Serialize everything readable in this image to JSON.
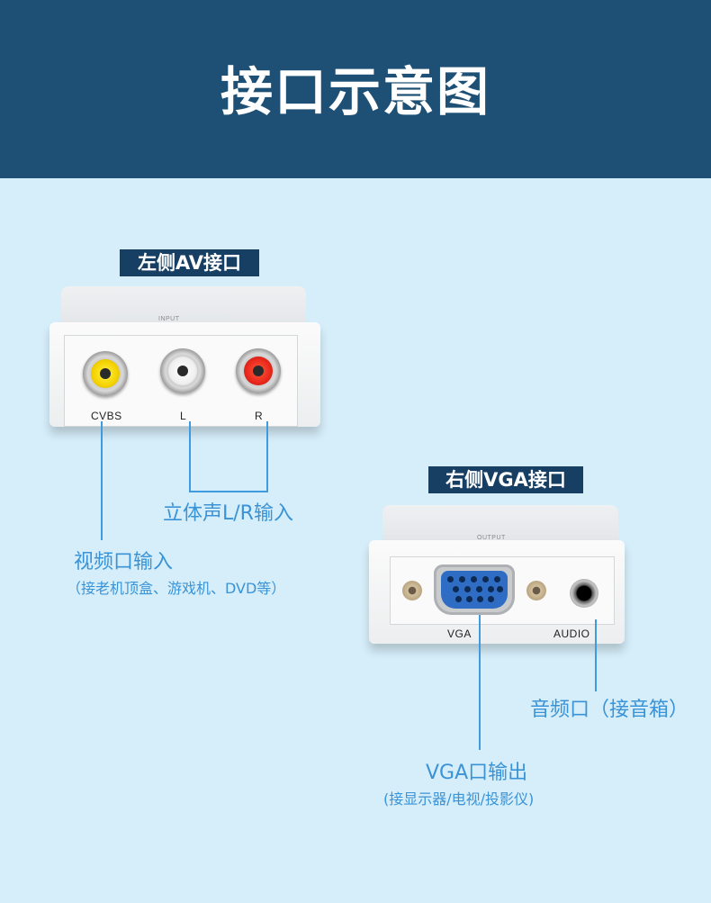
{
  "header": {
    "title": "接口示意图",
    "background": "#1e4f74"
  },
  "left_device": {
    "tag": "左侧AV接口",
    "panel_label": "INPUT",
    "ports": [
      "CVBS",
      "L",
      "R"
    ]
  },
  "right_device": {
    "tag": "右侧VGA接口",
    "panel_label": "OUTPUT",
    "ports": [
      "VGA",
      "AUDIO"
    ]
  },
  "callouts": {
    "stereo": "立体声L/R输入",
    "video_in": "视频口输入",
    "video_in_note": "（接老机顶盒、游戏机、DVD等）",
    "audio_out": "音频口（接音箱）",
    "vga_out": "VGA口输出",
    "vga_out_note": "(接显示器/电视/投影仪)"
  },
  "colors": {
    "accent": "#3a93d6",
    "tag_background": "#173f63",
    "page_background": "#d6eefa"
  }
}
